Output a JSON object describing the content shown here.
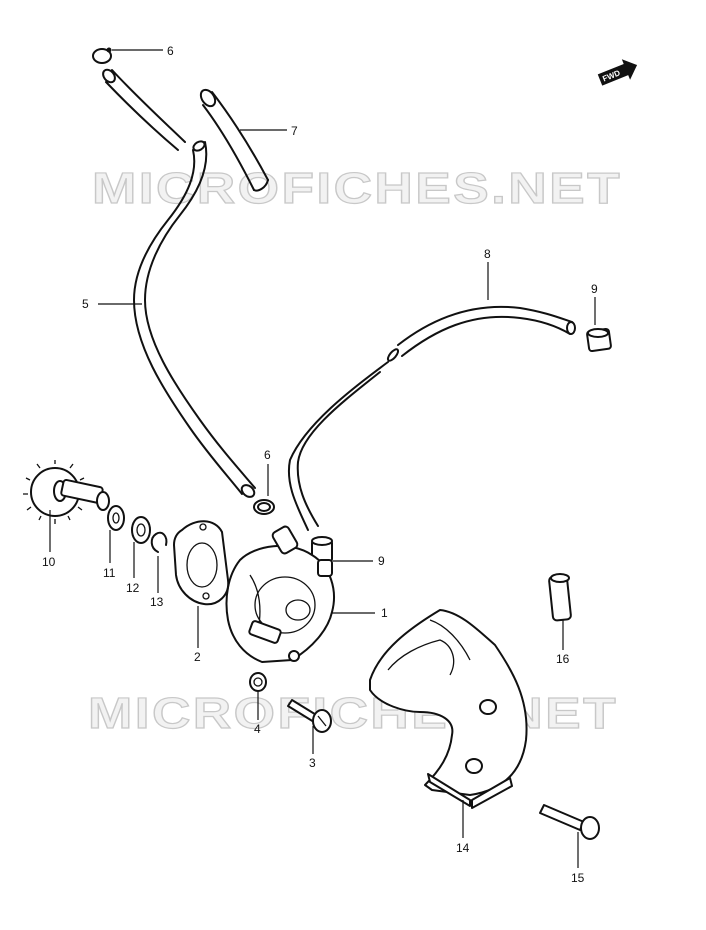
{
  "watermark": {
    "text": "MICROFICHES.NET"
  },
  "direction_indicator": {
    "text": "FWD"
  },
  "callouts": [
    {
      "id": "c6a",
      "label": "6"
    },
    {
      "id": "c7",
      "label": "7"
    },
    {
      "id": "c8",
      "label": "8"
    },
    {
      "id": "c9a",
      "label": "9"
    },
    {
      "id": "c5",
      "label": "5"
    },
    {
      "id": "c6b",
      "label": "6"
    },
    {
      "id": "c9b",
      "label": "9"
    },
    {
      "id": "c1",
      "label": "1"
    },
    {
      "id": "c10",
      "label": "10"
    },
    {
      "id": "c11",
      "label": "11"
    },
    {
      "id": "c12",
      "label": "12"
    },
    {
      "id": "c13",
      "label": "13"
    },
    {
      "id": "c2",
      "label": "2"
    },
    {
      "id": "c4",
      "label": "4"
    },
    {
      "id": "c3",
      "label": "3"
    },
    {
      "id": "c16",
      "label": "16"
    },
    {
      "id": "c14",
      "label": "14"
    },
    {
      "id": "c15",
      "label": "15"
    }
  ]
}
